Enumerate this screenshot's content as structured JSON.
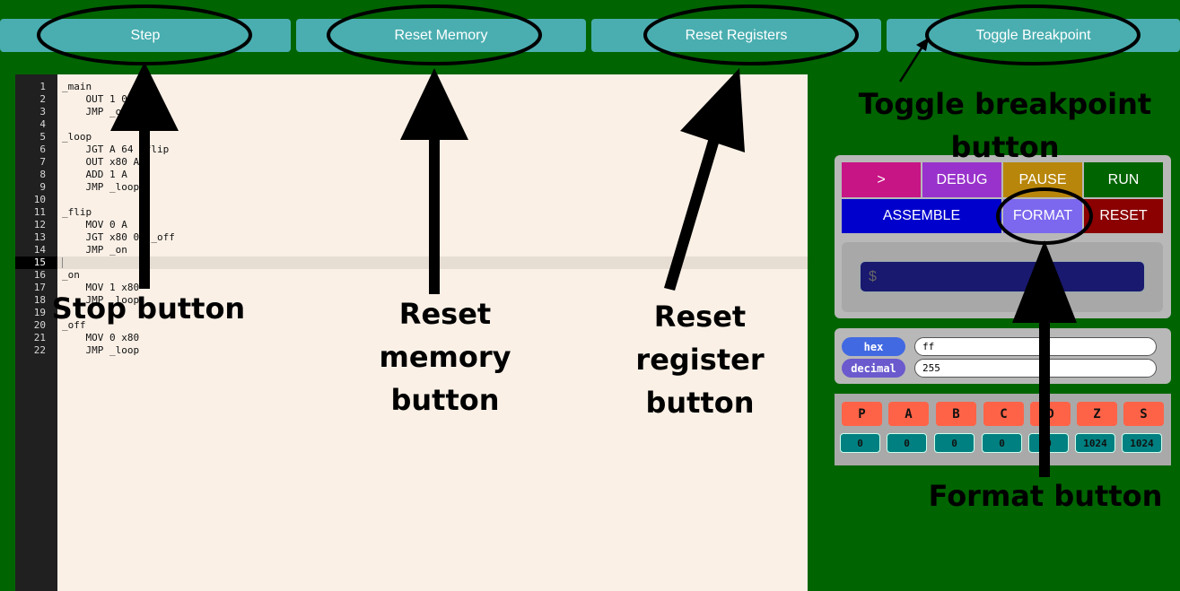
{
  "toolbar": {
    "step_label": "Step",
    "reset_memory_label": "Reset Memory",
    "reset_registers_label": "Reset Registers",
    "toggle_breakpoint_label": "Toggle Breakpoint"
  },
  "editor": {
    "active_line": 15,
    "lines": [
      {
        "num": "1",
        "code": "_main"
      },
      {
        "num": "2",
        "code": "    OUT 1 0"
      },
      {
        "num": "3",
        "code": "    JMP _o"
      },
      {
        "num": "4",
        "code": ""
      },
      {
        "num": "5",
        "code": "_loop"
      },
      {
        "num": "6",
        "code": "    JGT A 64  flip"
      },
      {
        "num": "7",
        "code": "    OUT x80 A"
      },
      {
        "num": "8",
        "code": "    ADD 1 A"
      },
      {
        "num": "9",
        "code": "    JMP _loop"
      },
      {
        "num": "10",
        "code": ""
      },
      {
        "num": "11",
        "code": "_flip"
      },
      {
        "num": "12",
        "code": "    MOV 0 A"
      },
      {
        "num": "13",
        "code": "    JGT x80 0  _off"
      },
      {
        "num": "14",
        "code": "    JMP _on"
      },
      {
        "num": "15",
        "code": ""
      },
      {
        "num": "16",
        "code": "_on"
      },
      {
        "num": "17",
        "code": "    MOV 1 x80"
      },
      {
        "num": "18",
        "code": "    JMP _loop"
      },
      {
        "num": "19",
        "code": ""
      },
      {
        "num": "20",
        "code": "_off"
      },
      {
        "num": "21",
        "code": "    MOV 0 x80"
      },
      {
        "num": "22",
        "code": "    JMP _loop"
      }
    ]
  },
  "controls": {
    "prompt_label": ">",
    "debug_label": "DEBUG",
    "pause_label": "PAUSE",
    "run_label": "RUN",
    "assemble_label": "ASSEMBLE",
    "format_label": "FORMAT",
    "reset_label": "RESET"
  },
  "console": {
    "placeholder": "$"
  },
  "converter": {
    "hex_label": "hex",
    "decimal_label": "decimal",
    "hex_value": "ff",
    "decimal_value": "255"
  },
  "registers": [
    {
      "name": "P",
      "value": "0"
    },
    {
      "name": "A",
      "value": "0"
    },
    {
      "name": "B",
      "value": "0"
    },
    {
      "name": "C",
      "value": "0"
    },
    {
      "name": "D",
      "value": "0"
    },
    {
      "name": "Z",
      "value": "1024"
    },
    {
      "name": "S",
      "value": "1024"
    }
  ],
  "annotations": {
    "stop_button": "Stop button",
    "reset_memory": "Reset memory button",
    "reset_register": "Reset register button",
    "toggle_breakpoint": "Toggle breakpoint button",
    "format_button": "Format button"
  },
  "colors": {
    "background": "#006400",
    "toolbar_button": "#4aaeb0",
    "prompt": "#c71585",
    "debug": "#9932cc",
    "pause": "#b8860b",
    "run": "#006400",
    "assemble": "#0000cd",
    "format": "#7b68ee",
    "reset": "#8b0000",
    "console": "#191970",
    "register_name": "#ff6347",
    "register_value": "#008080"
  }
}
